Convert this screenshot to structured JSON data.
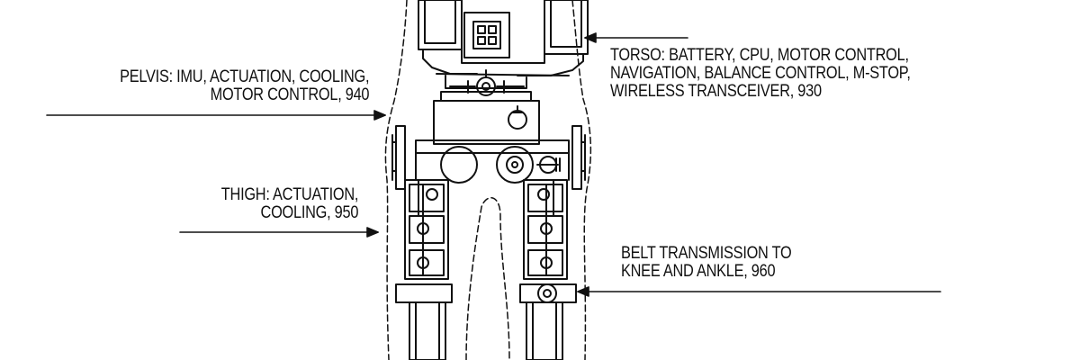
{
  "labels": {
    "pelvis": {
      "line1": "PELVIS: IMU, ACTUATION, COOLING,",
      "line2": "MOTOR CONTROL, 940"
    },
    "torso": {
      "line1": "TORSO: BATTERY, CPU, MOTOR CONTROL,",
      "line2": "NAVIGATION, BALANCE CONTROL, M-STOP,",
      "line3": "WIRELESS TRANSCEIVER, 930"
    },
    "thigh": {
      "line1": "THIGH: ACTUATION,",
      "line2": "COOLING, 950"
    },
    "belt": {
      "line1": "BELT TRANSMISSION TO",
      "line2": "KNEE AND ANKLE, 960"
    }
  },
  "colors": {
    "ink": "#111111",
    "background": "#ffffff"
  }
}
